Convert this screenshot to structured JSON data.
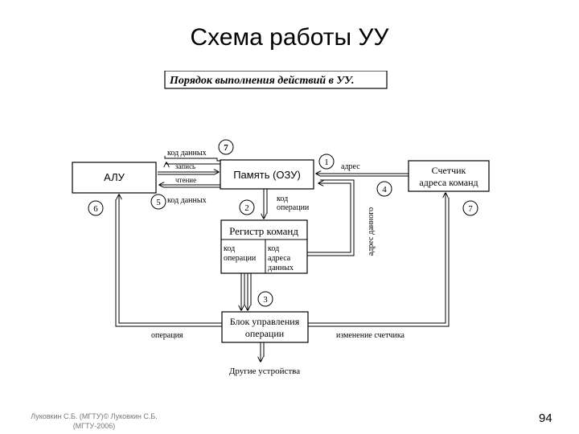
{
  "slide": {
    "title": "Схема работы УУ",
    "footer_author": "Луковкин С.Б. (МГТУ)© Луковкин С.Б. (МГТУ-2006)",
    "page_number": "94"
  },
  "diagram": {
    "caption": "Порядок выполнения действий в УУ.",
    "blocks": {
      "alu": "АЛУ",
      "memory": "Память (ОЗУ)",
      "counter_line1": "Счетчик",
      "counter_line2": "адреса команд",
      "register": "Регистр команд",
      "reg_cell1_line1": "код",
      "reg_cell1_line2": "операции",
      "reg_cell2_line1": "код",
      "reg_cell2_line2": "адреса",
      "reg_cell2_line3": "данных",
      "control_line1": "Блок управления",
      "control_line2": "операции"
    },
    "labels": {
      "data_code_top": "код данных",
      "write": "запись",
      "read": "чтение",
      "data_code_bottom": "код данных",
      "address": "адрес",
      "op_code_line1": "код",
      "op_code_line2": "операции",
      "data_address": "адрес данного",
      "operation": "операция",
      "counter_change": "изменение счетчика",
      "other_devices": "Другие устройства"
    },
    "step_markers": {
      "m1": "1",
      "m2": "2",
      "m3": "3",
      "m4": "4",
      "m5": "5",
      "m6": "6",
      "m7a": "7",
      "m7b": "7"
    }
  }
}
